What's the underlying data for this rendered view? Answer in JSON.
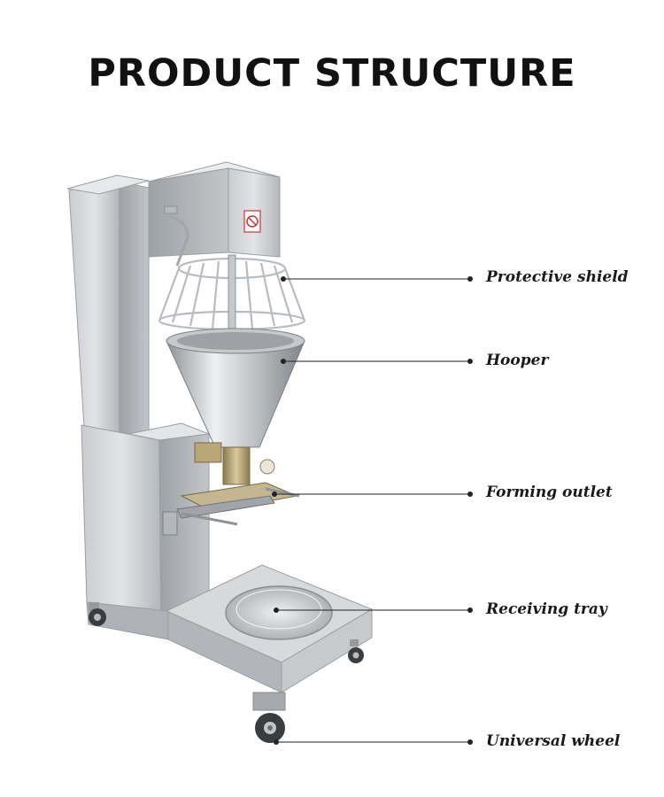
{
  "title": "PRODUCT STRUCTURE",
  "callouts": [
    {
      "label": "Protective shield"
    },
    {
      "label": "Hooper"
    },
    {
      "label": "Forming outlet"
    },
    {
      "label": "Receiving tray"
    },
    {
      "label": "Universal wheel"
    }
  ],
  "colors": {
    "line": "#222222",
    "steel_light": "#d9dbdd",
    "steel_mid": "#a9adb1",
    "steel_dark": "#7e8387"
  },
  "icons": {
    "warning_sticker": "no-hand-icon"
  }
}
